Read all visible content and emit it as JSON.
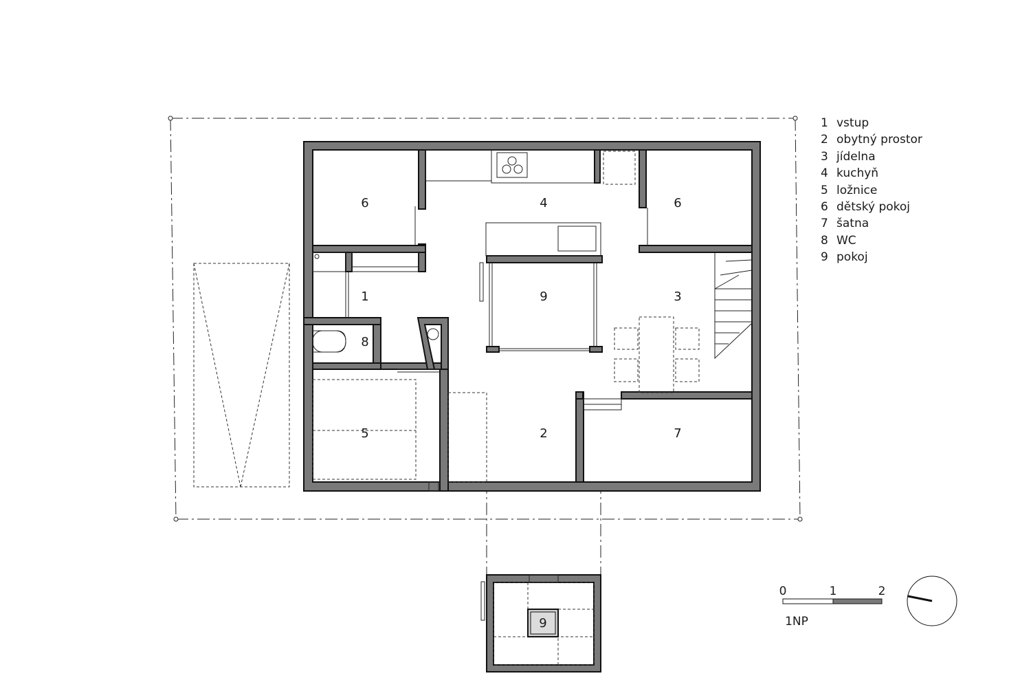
{
  "rooms": {
    "r1": "1",
    "r2": "2",
    "r3": "3",
    "r4": "4",
    "r5": "5",
    "r6a": "6",
    "r6b": "6",
    "r7": "7",
    "r8": "8",
    "r9": "9",
    "r9b": "9"
  },
  "legend": [
    {
      "num": "1",
      "label": "vstup"
    },
    {
      "num": "2",
      "label": "obytný prostor"
    },
    {
      "num": "3",
      "label": "jídelna"
    },
    {
      "num": "4",
      "label": "kuchyň"
    },
    {
      "num": "5",
      "label": "ložnice"
    },
    {
      "num": "6",
      "label": "dětský pokoj"
    },
    {
      "num": "7",
      "label": "šatna"
    },
    {
      "num": "8",
      "label": "WC"
    },
    {
      "num": "9",
      "label": "pokoj"
    }
  ],
  "scale": {
    "t0": "0",
    "t1": "1",
    "t2": "2",
    "floor_label": "1NP"
  },
  "colors": {
    "wall_fill": "#7a7a7a",
    "line": "#111111"
  }
}
